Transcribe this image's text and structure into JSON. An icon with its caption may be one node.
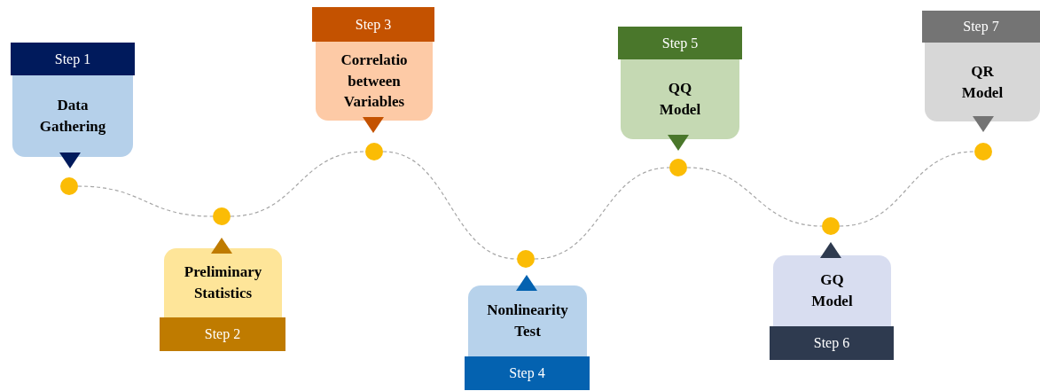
{
  "diagram": {
    "nodes": [
      {
        "text": [
          "Step 1",
          "Data Gathering"
        ]
      },
      {
        "text": [
          "Preliminary Statistics",
          "Step 2"
        ]
      },
      {
        "text": [
          "Step 3",
          "Correlatio between Variables"
        ]
      },
      {
        "text": [
          "Nonlinearity Test",
          "Step 4"
        ]
      },
      {
        "text": [
          "Step 5",
          "QQ Model"
        ]
      },
      {
        "text": [
          "GQ Model",
          "Step 6"
        ]
      },
      {
        "text": [
          "Step 7",
          "QR Model"
        ]
      },
      {
        "text": [],
        "shape": "circle"
      },
      {
        "text": [],
        "shape": "circle"
      },
      {
        "text": [],
        "shape": "circle"
      },
      {
        "text": [],
        "shape": "circle"
      },
      {
        "text": [],
        "shape": "circle"
      },
      {
        "text": [],
        "shape": "circle"
      },
      {
        "text": [],
        "shape": "circle"
      }
    ],
    "edges": [
      {
        "from": 7,
        "to": 8,
        "arrow": "none",
        "style": "dashed"
      },
      {
        "from": 8,
        "to": 9,
        "arrow": "none",
        "style": "dashed"
      },
      {
        "from": 9,
        "to": 10,
        "arrow": "none",
        "style": "dashed"
      },
      {
        "from": 10,
        "to": 11,
        "arrow": "none",
        "style": "dashed"
      },
      {
        "from": 11,
        "to": 12,
        "arrow": "none",
        "style": "dashed"
      },
      {
        "from": 12,
        "to": 13,
        "arrow": "none",
        "style": "dashed"
      }
    ]
  }
}
